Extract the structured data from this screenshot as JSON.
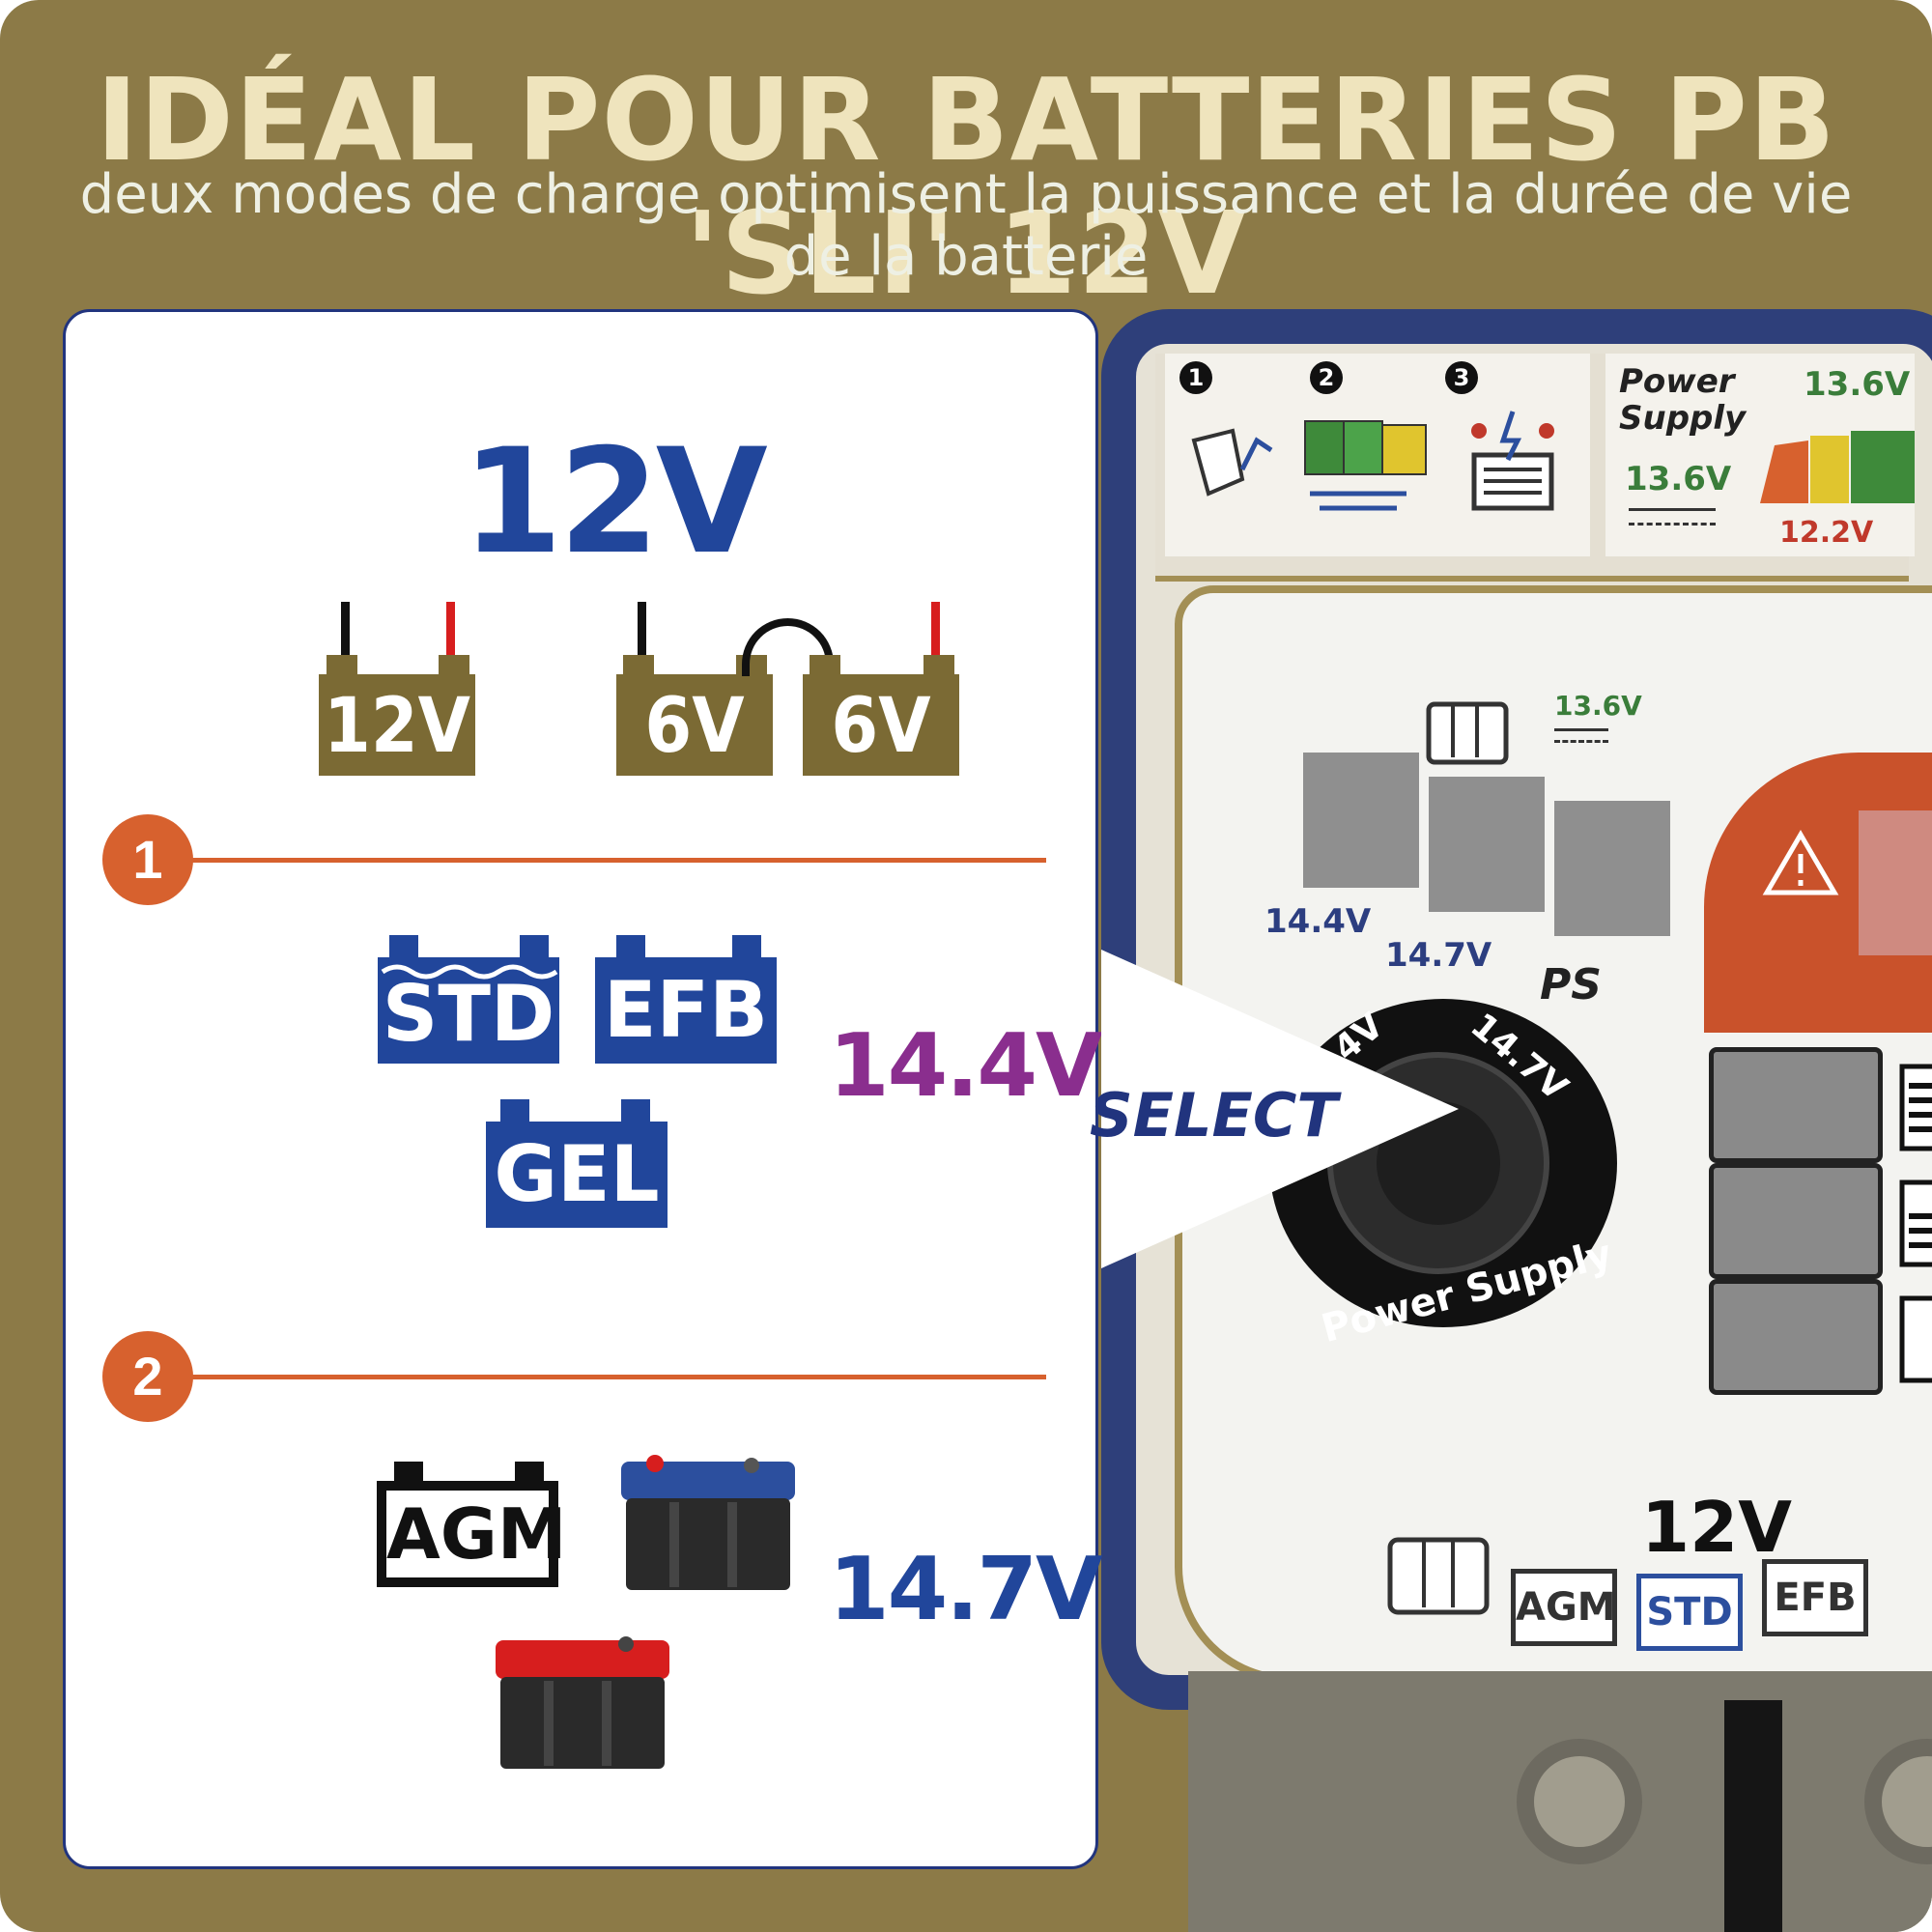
{
  "header": {
    "title": "IDÉAL POUR BATTERIES PB 'SLI' 12V",
    "subtitle": "deux modes de charge optimisent la puissance et la durée de vie de la batterie"
  },
  "panel": {
    "voltage": "12V",
    "batteries": [
      "12V",
      "6V",
      "6V"
    ],
    "mode1": {
      "number": "1",
      "types": [
        "STD",
        "EFB",
        "GEL"
      ],
      "voltage": "14.4V"
    },
    "mode2": {
      "number": "2",
      "types": [
        "AGM"
      ],
      "voltage": "14.7V"
    },
    "select_label": "SELECT"
  },
  "device": {
    "steps": [
      "1",
      "2",
      "3"
    ],
    "power_supply_label": "Power Supply",
    "ps_voltage": "13.6V",
    "ps_top": "13.6V",
    "ps_bottom": "12.2V",
    "display_13": "13.6V",
    "level_144": "14.4V",
    "level_147": "14.7V",
    "ps": "PS",
    "dial_144": "14.4V",
    "dial_147": "14.7V",
    "dial_ring": "Power Supply",
    "bottom_voltage": "12V",
    "bottom_types": [
      "AGM",
      "STD",
      "EFB"
    ]
  },
  "colors": {
    "background": "#8c7a47",
    "accent_orange": "#d7612e",
    "blue": "#21469b",
    "purple": "#8a2e8e"
  }
}
